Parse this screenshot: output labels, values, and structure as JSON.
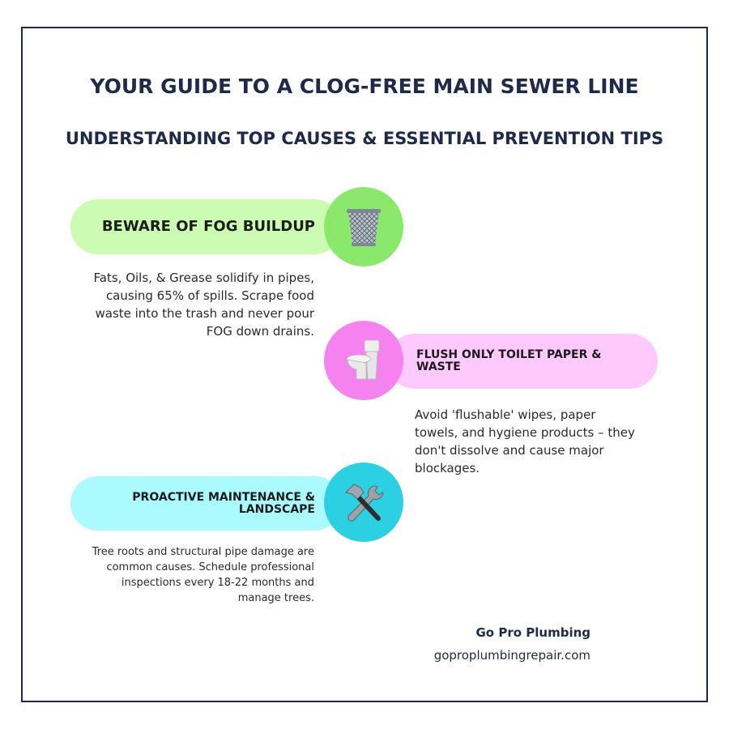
{
  "header": {
    "title": "YOUR GUIDE TO A CLOG-FREE MAIN SEWER LINE",
    "subtitle": "UNDERSTANDING TOP CAUSES & ESSENTIAL PREVENTION TIPS"
  },
  "sections": [
    {
      "title": "BEWARE OF FOG BUILDUP",
      "icon": "wastebasket-icon",
      "pill_color": "#ccfbb4",
      "circle_color": "#8ae86a",
      "description": "Fats, Oils, & Grease solidify in pipes, causing 65% of spills. Scrape food waste into the trash and never pour FOG down drains."
    },
    {
      "title": "FLUSH ONLY TOILET PAPER & WASTE",
      "icon": "toilet-icon",
      "pill_color": "#fec9fc",
      "circle_color": "#f582ee",
      "description": "Avoid 'flushable' wipes, paper towels, and hygiene products – they don't dissolve and cause major blockages."
    },
    {
      "title": "PROACTIVE MAINTENANCE & LANDSCAPE",
      "icon": "hammer-and-wrench-icon",
      "pill_color": "#abfafd",
      "circle_color": "#2bd0e2",
      "description": "Tree roots and structural pipe damage are common causes. Schedule professional inspections every 18-22 months and manage trees."
    }
  ],
  "footer": {
    "brand": "Go Pro Plumbing",
    "url": "goproplumbingrepair.com"
  },
  "colors": {
    "border": "#1f2a4a",
    "heading": "#1f2a4a"
  }
}
